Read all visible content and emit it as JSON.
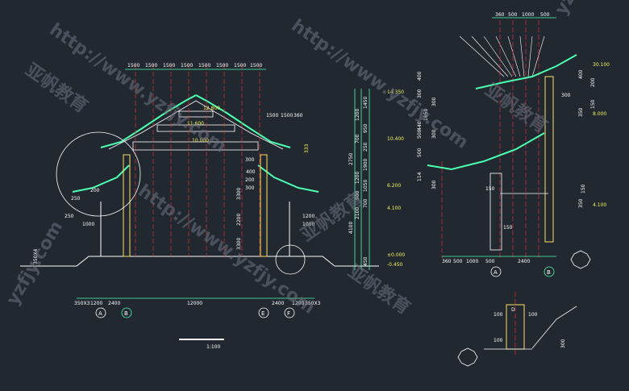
{
  "left_section": {
    "top_dims": [
      "1500",
      "1500",
      "1500",
      "1500",
      "1500",
      "1500",
      "1500",
      "1500"
    ],
    "right_top_dims": [
      "1500",
      "1500",
      "360"
    ],
    "elevations": [
      "12.800",
      "11.600",
      "10.000"
    ],
    "bottom_dims": [
      "350X3",
      "1200",
      "2400",
      "12000",
      "2400",
      "1200",
      "350X3"
    ],
    "axis_labels": [
      "A",
      "B",
      "E",
      "F"
    ],
    "side_dims_left": [
      "250",
      "1000",
      "200",
      "250"
    ],
    "side_dims_right": [
      "333",
      "3300",
      "2200",
      "3300",
      "1200",
      "400",
      "1000",
      "300",
      "200",
      "300"
    ],
    "scale": "1:100",
    "left_mark": "350X4"
  },
  "middle_column": {
    "elevations": [
      "14.350",
      "10.400",
      "6.200",
      "4.100",
      "±0.000",
      "-0.450"
    ],
    "dims": [
      "1450",
      "1200",
      "950",
      "700",
      "250",
      "2750",
      "1900",
      "1200",
      "1050",
      "900",
      "700",
      "2100",
      "4100",
      "450"
    ]
  },
  "right_detail": {
    "top_dims": [
      "360",
      "500",
      "1000",
      "500"
    ],
    "elevations": [
      "30.100",
      "8.000",
      "4.100"
    ],
    "bottom_dims": [
      "360",
      "500",
      "1000",
      "500",
      "2400"
    ],
    "axis_labels": [
      "A",
      "B"
    ],
    "left_dims": [
      "400",
      "300",
      "300",
      "1650",
      "500",
      "440",
      "300",
      "500",
      "114",
      "300"
    ],
    "right_dims": [
      "400",
      "200",
      "150",
      "350",
      "150",
      "300",
      "150",
      "150",
      "350"
    ]
  },
  "small_detail": {
    "dims": [
      "100",
      "100",
      "100",
      "300"
    ],
    "marker": "D"
  },
  "watermarks": [
    "http://www.yzfjy.com",
    "http://www.yzfjy.com",
    "http://www.yzfjy.com",
    "yzfjy.com",
    "yzfjy.com",
    "亚帆教育",
    "亚帆教育",
    "亚帆教育",
    "亚帆教育"
  ]
}
